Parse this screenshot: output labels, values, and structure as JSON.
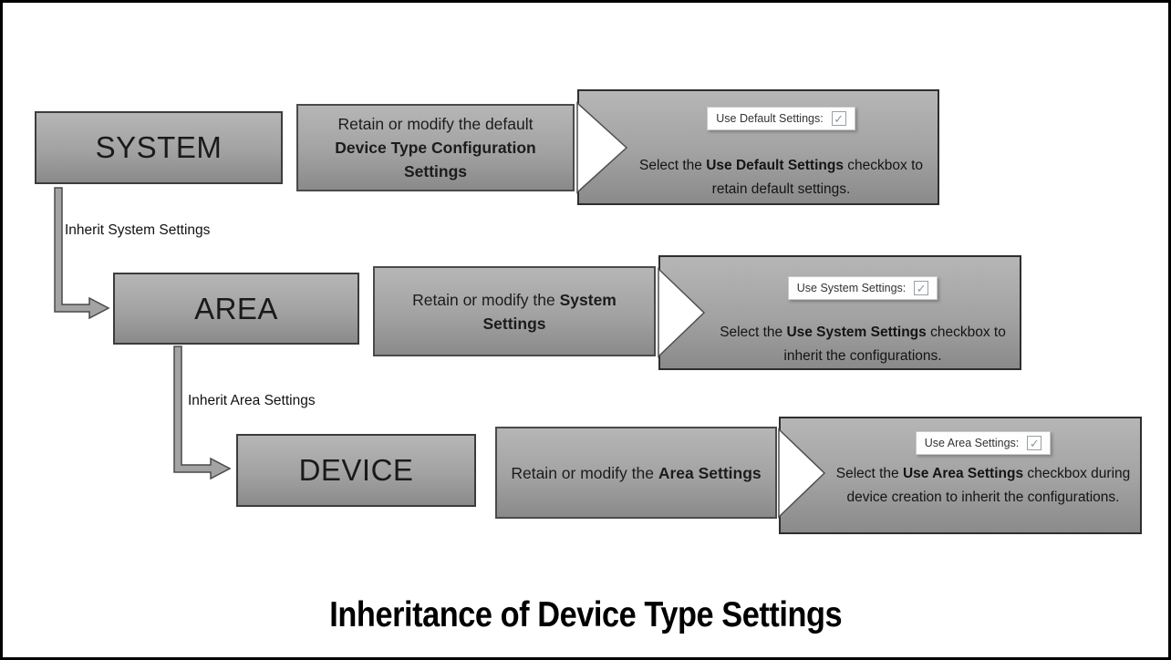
{
  "title": "Inheritance of Device Type Settings",
  "colors": {
    "box_gradient_top": "#b6b6b6",
    "box_gradient_bottom": "#8a8a8a",
    "box_border": "#3c3c3c",
    "arrow_fill": "#a3a3a3",
    "chip_background": "#fefefe",
    "check_mark": "#8f9699"
  },
  "checkbox_glyph": "✓",
  "connectors": [
    {
      "label": "Inherit System Settings"
    },
    {
      "label": "Inherit Area Settings"
    }
  ],
  "rows": [
    {
      "level": "SYSTEM",
      "action_pre": "Retain or modify the default",
      "action_bold": "Device Type Configuration Settings",
      "checkbox_label": "Use Default Settings:",
      "checkbox_checked": true,
      "caption_pre": "Select the",
      "caption_bold": "Use Default Settings",
      "caption_post": "checkbox to retain default settings."
    },
    {
      "level": "AREA",
      "action_pre": "Retain or modify the",
      "action_bold": "System Settings",
      "checkbox_label": "Use System Settings:",
      "checkbox_checked": true,
      "caption_pre": "Select the",
      "caption_bold": "Use System Settings",
      "caption_post": "checkbox to inherit the configurations."
    },
    {
      "level": "DEVICE",
      "action_pre": "Retain or modify the",
      "action_bold": "Area Settings",
      "checkbox_label": "Use Area Settings:",
      "checkbox_checked": true,
      "caption_pre": "Select the",
      "caption_bold": "Use Area Settings",
      "caption_post": "checkbox during device creation to inherit the configurations."
    }
  ]
}
